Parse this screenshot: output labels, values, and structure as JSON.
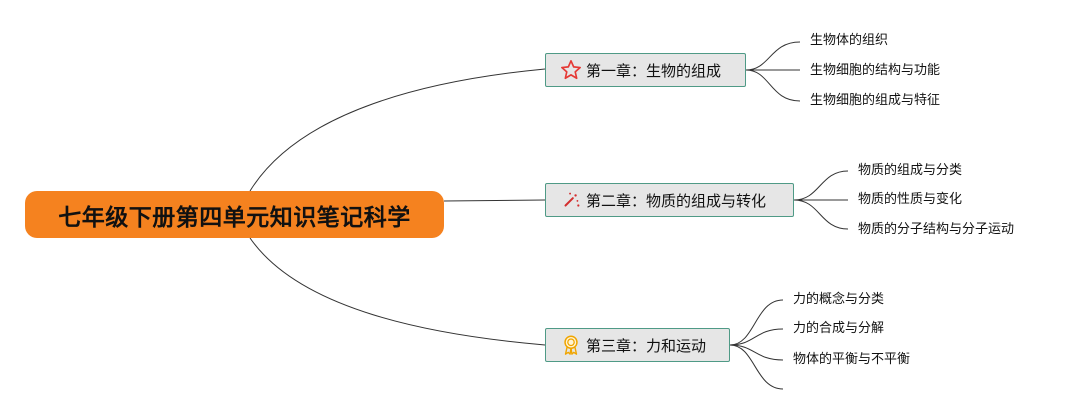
{
  "root": {
    "title": "七年级下册第四单元知识笔记科学",
    "color": "#f5821f"
  },
  "branches": [
    {
      "label": "第一章：生物的组成",
      "icon": "star-icon",
      "icon_color": "#e53935",
      "children": [
        "生物体的组织",
        "生物细胞的结构与功能",
        "生物细胞的组成与特征"
      ]
    },
    {
      "label": "第二章：物质的组成与转化",
      "icon": "magic-wand-icon",
      "icon_color": "#d32f2f",
      "children": [
        "物质的组成与分类",
        "物质的性质与变化",
        "物质的分子结构与分子运动"
      ]
    },
    {
      "label": "第三章：力和运动",
      "icon": "award-ribbon-icon",
      "icon_color": "#f0a500",
      "children": [
        "力的概念与分类",
        "力的合成与分解",
        "物体的平衡与不平衡",
        ""
      ]
    }
  ]
}
